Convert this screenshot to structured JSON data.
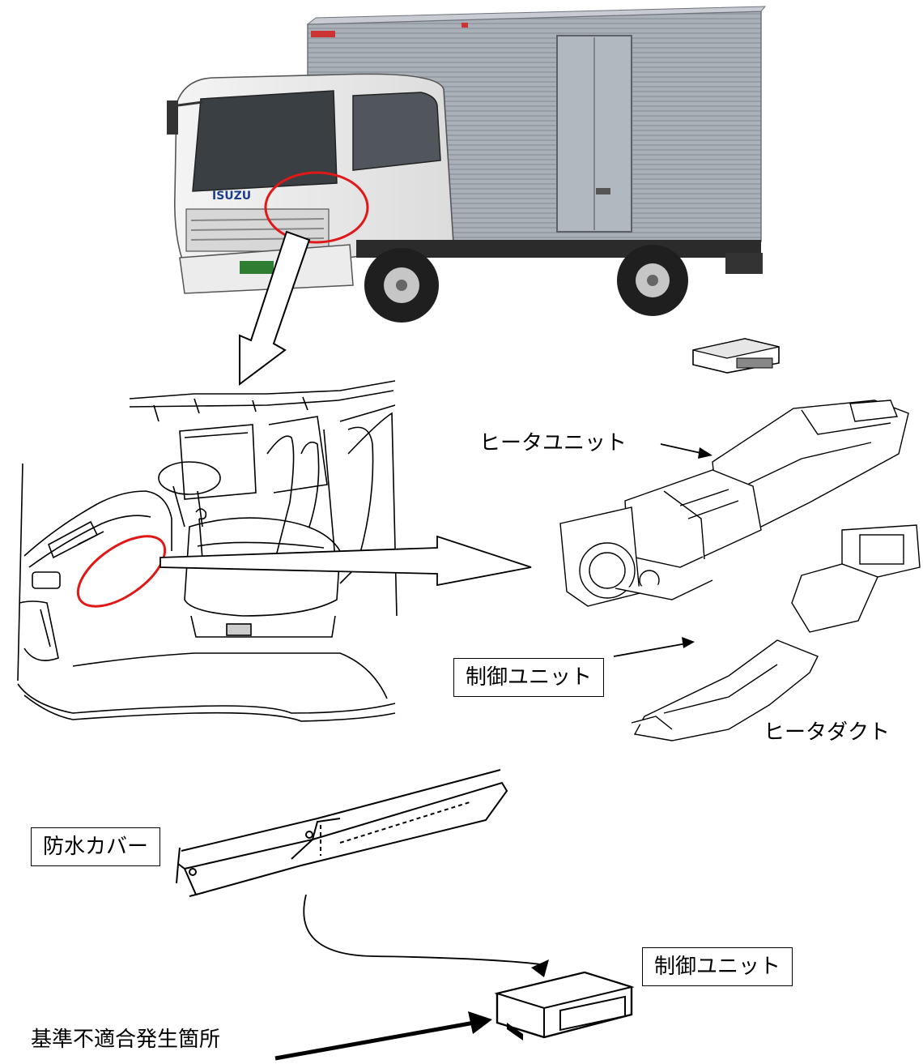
{
  "figure": {
    "truck_brand_badge": "ISUZU",
    "labels": {
      "heater_unit": "ヒータユニット",
      "control_unit_top": "制御ユニット",
      "heater_duct": "ヒータダクト",
      "waterproof_cover": "防水カバー",
      "control_unit_bottom": "制御ユニット",
      "defect_location": "基準不適合発生箇所"
    },
    "colors": {
      "highlight_circle": "#e01818",
      "box_body": "#a8aeb6",
      "cab": "#ffffff",
      "line": "#000000"
    }
  }
}
